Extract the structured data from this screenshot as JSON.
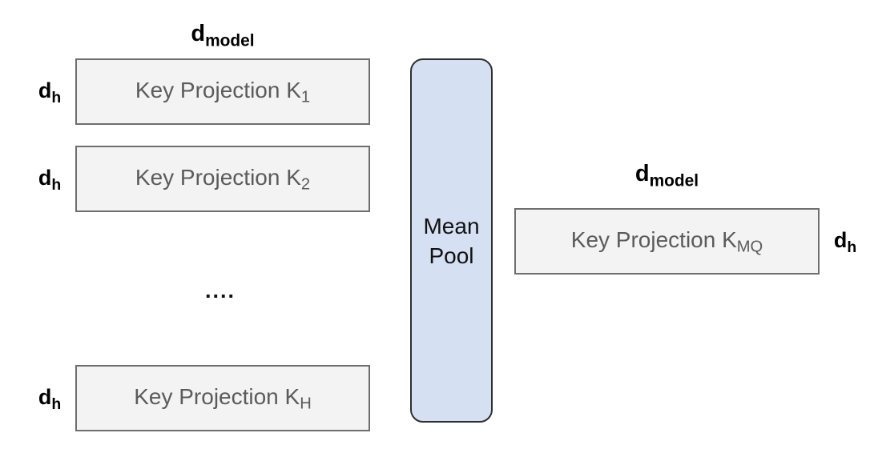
{
  "diagram": {
    "head_stack": {
      "dim_header": {
        "base": "d",
        "sub": "model"
      },
      "boxes": [
        {
          "label": "Key Projection K",
          "label_sub": "1",
          "dim_base": "d",
          "dim_sub": "h"
        },
        {
          "label": "Key Projection K",
          "label_sub": "2",
          "dim_base": "d",
          "dim_sub": "h"
        },
        {
          "label": "Key Projection K",
          "label_sub": "H",
          "dim_base": "d",
          "dim_sub": "h"
        }
      ],
      "ellipsis": "...."
    },
    "pool": {
      "line1": "Mean",
      "line2": "Pool"
    },
    "output": {
      "dim_header": {
        "base": "d",
        "sub": "model"
      },
      "box": {
        "label": "Key Projection K",
        "label_sub": "MQ"
      },
      "dim_base": "d",
      "dim_sub": "h"
    },
    "colors": {
      "projection_box_fill": "#f3f3f3",
      "projection_box_border": "#6e6e6e",
      "projection_text": "#5b5b5b",
      "pool_fill": "#d5e0f2",
      "pool_border": "#2f2f2f",
      "dim_label_text": "#000000",
      "background": "#ffffff"
    }
  }
}
